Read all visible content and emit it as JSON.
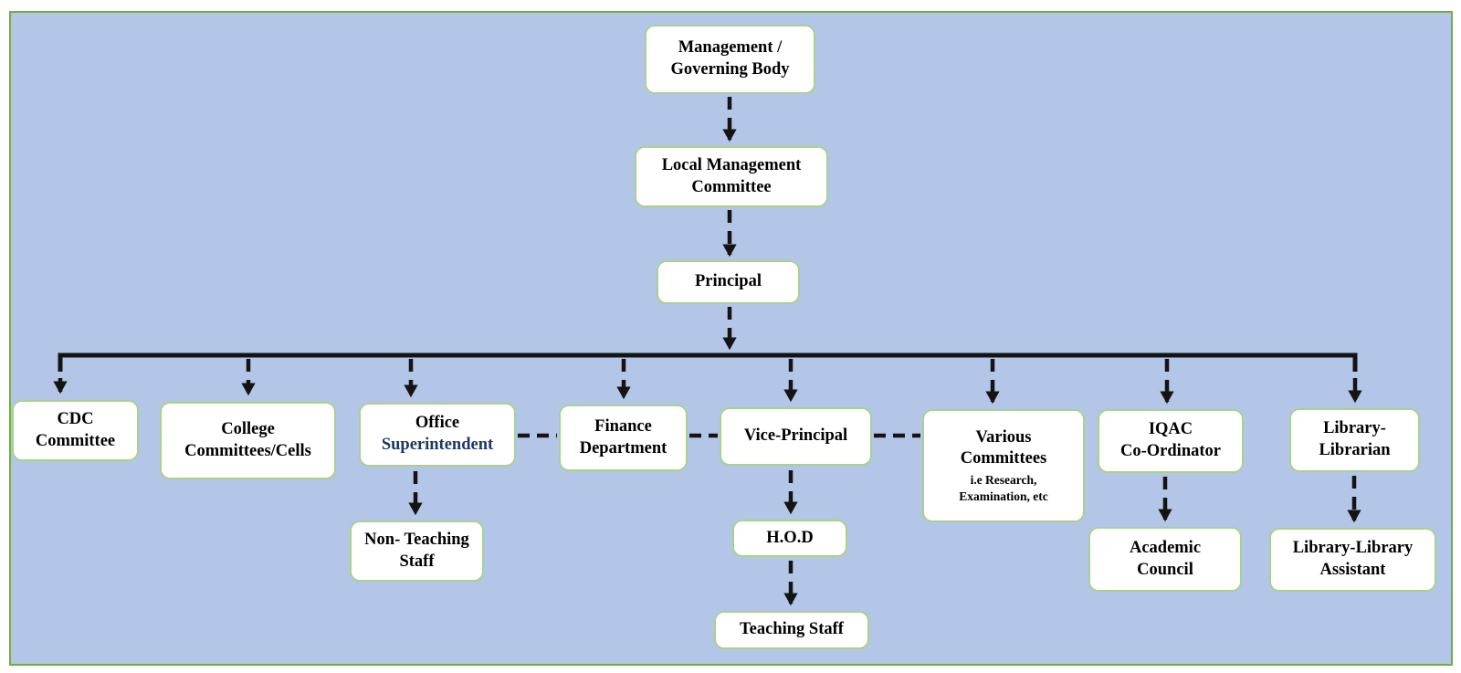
{
  "diagram": {
    "type": "org-chart",
    "nodes": {
      "management": {
        "label": "Management /\nGoverning Body"
      },
      "local_management": {
        "label": "Local Management\nCommittee"
      },
      "principal": {
        "label": "Principal"
      },
      "cdc": {
        "label": "CDC\nCommittee"
      },
      "college_committees": {
        "label": "College\nCommittees/Cells"
      },
      "office_superintendent": {
        "line1": "Office",
        "line2": "Superintendent"
      },
      "finance": {
        "label": "Finance\nDepartment"
      },
      "vice_principal": {
        "label": "Vice-Principal"
      },
      "various_committees": {
        "label": "Various\nCommittees",
        "sublabel": "i.e Research,\nExamination, etc"
      },
      "iqac": {
        "label": "IQAC\nCo-Ordinator"
      },
      "librarian": {
        "label": "Library-\nLibrarian"
      },
      "non_teaching": {
        "label": "Non- Teaching\nStaff"
      },
      "hod": {
        "label": "H.O.D"
      },
      "teaching": {
        "label": "Teaching Staff"
      },
      "academic_council": {
        "label": "Academic\nCouncil"
      },
      "library_assistant": {
        "label": "Library-Library\nAssistant"
      }
    },
    "edges": [
      {
        "from": "management",
        "to": "local_management",
        "style": "dashed-arrow"
      },
      {
        "from": "local_management",
        "to": "principal",
        "style": "dashed-arrow"
      },
      {
        "from": "principal",
        "to": "cdc",
        "style": "dashed-arrow"
      },
      {
        "from": "principal",
        "to": "college_committees",
        "style": "dashed-arrow"
      },
      {
        "from": "principal",
        "to": "office_superintendent",
        "style": "dashed-arrow"
      },
      {
        "from": "principal",
        "to": "finance",
        "style": "dashed-arrow"
      },
      {
        "from": "principal",
        "to": "vice_principal",
        "style": "dashed-arrow"
      },
      {
        "from": "principal",
        "to": "various_committees",
        "style": "dashed-arrow"
      },
      {
        "from": "principal",
        "to": "iqac",
        "style": "dashed-arrow"
      },
      {
        "from": "principal",
        "to": "librarian",
        "style": "dashed-arrow"
      },
      {
        "from": "office_superintendent",
        "to": "finance",
        "style": "dashed-link"
      },
      {
        "from": "finance",
        "to": "vice_principal",
        "style": "dashed-link"
      },
      {
        "from": "vice_principal",
        "to": "various_committees",
        "style": "dashed-link"
      },
      {
        "from": "office_superintendent",
        "to": "non_teaching",
        "style": "dashed-arrow"
      },
      {
        "from": "vice_principal",
        "to": "hod",
        "style": "dashed-arrow"
      },
      {
        "from": "hod",
        "to": "teaching",
        "style": "dashed-arrow"
      },
      {
        "from": "iqac",
        "to": "academic_council",
        "style": "dashed-arrow"
      },
      {
        "from": "librarian",
        "to": "library_assistant",
        "style": "dashed-arrow"
      }
    ],
    "colors": {
      "canvas_background": "#b4c6e7",
      "frame_border": "#70ad47",
      "node_border": "#a9d18e",
      "node_fill": "#ffffff",
      "connector": "#141414",
      "text": "#000000",
      "superintendent_text": "#1f3864"
    }
  }
}
